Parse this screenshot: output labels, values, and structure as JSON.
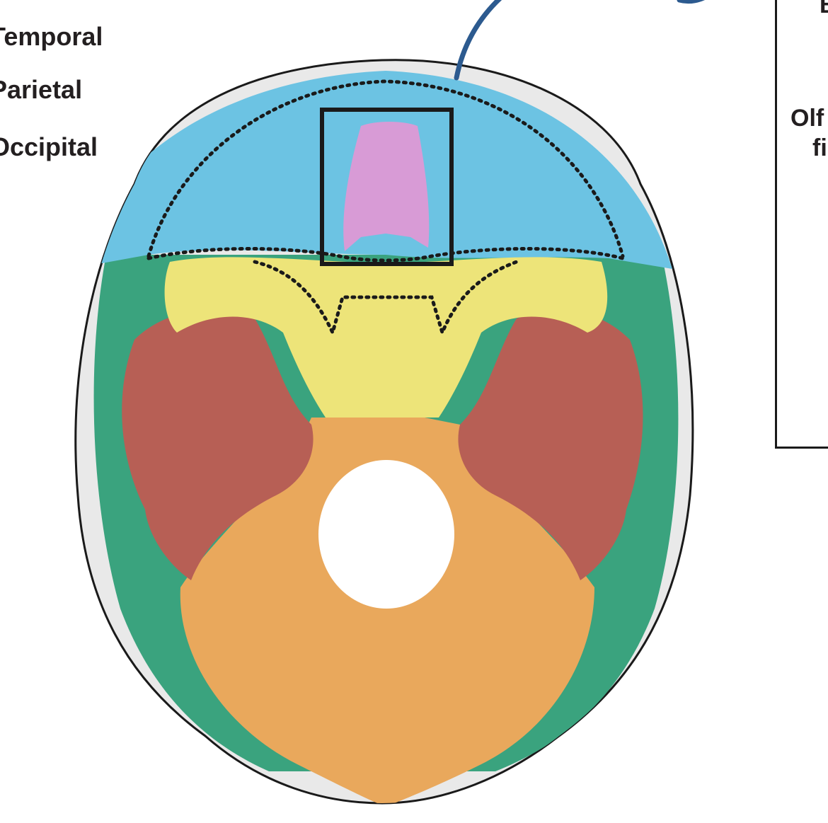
{
  "legend": {
    "items": [
      {
        "label": "Temporal",
        "swatch": "#3aa37e"
      },
      {
        "label": "Parietal",
        "swatch": "#4da56f"
      },
      {
        "label": "Occipital",
        "swatch": "#e9a85c"
      }
    ]
  },
  "inset": {
    "top_text": "B",
    "label_line1": "Olf",
    "label_line2": "fi"
  },
  "colors": {
    "frontal": "#6cc3e3",
    "ethmoid": "#d89bd6",
    "sphenoid": "#ede479",
    "temporal": "#b75f55",
    "parietal": "#3aa37e",
    "occipital": "#e9a85c",
    "callout_arrow": "#2c5a8f",
    "outline": "#1a1a1a"
  }
}
